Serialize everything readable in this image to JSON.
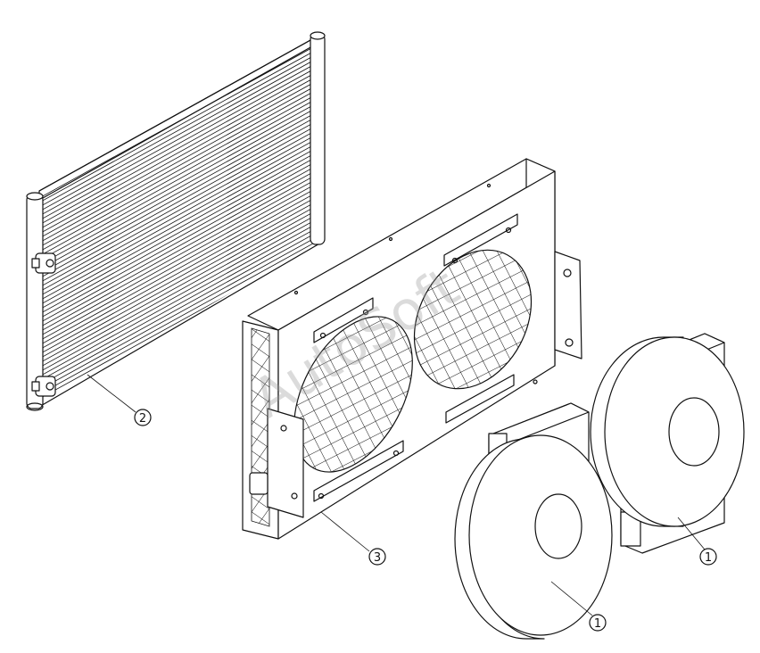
{
  "callouts": [
    {
      "id": "condenser",
      "label": "2"
    },
    {
      "id": "shroud",
      "label": "3"
    },
    {
      "id": "fan-left",
      "label": "1"
    },
    {
      "id": "fan-right",
      "label": "1"
    }
  ],
  "watermark": "AutoSoft",
  "colors": {
    "line": "#111111",
    "background": "#ffffff",
    "watermark": "#999999"
  }
}
